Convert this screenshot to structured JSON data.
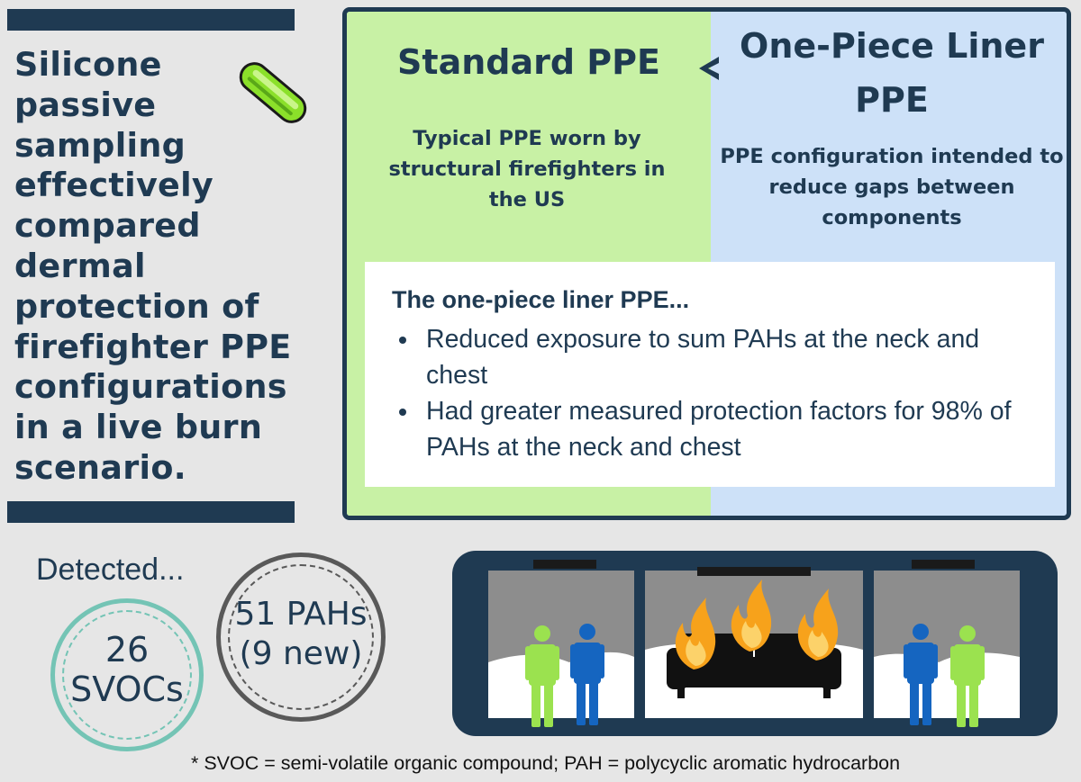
{
  "headline": "Silicone passive sampling effectively compared dermal protection of firefighter PPE configurations in a live burn scenario.",
  "icons": {
    "sampler": "silicone-wristband-sampler-icon",
    "compare_arrow": "chevron-left-icon",
    "scene": "firefighter-live-burn-scene-illustration"
  },
  "comparison": {
    "standard": {
      "title": "Standard PPE",
      "description": "Typical PPE worn by structural firefighters in the US",
      "color": "#c8f1a5"
    },
    "liner": {
      "title": "One-Piece Liner PPE",
      "description": "PPE configuration intended to reduce gaps between components",
      "color": "#cde1f8"
    }
  },
  "findings": {
    "heading": "The one-piece liner PPE...",
    "items": [
      "Reduced exposure to sum PAHs at the neck and chest",
      "Had greater measured protection factors for 98% of PAHs at the neck and chest"
    ]
  },
  "detected": {
    "label": "Detected...",
    "svocs": {
      "line1": "26",
      "line2": "SVOCs",
      "color": "#74c4b5"
    },
    "pahs": {
      "line1": "51 PAHs",
      "line2": "(9 new)",
      "color": "#595959"
    }
  },
  "footnote": "* SVOC = semi-volatile organic compound; PAH = polycyclic aromatic hydrocarbon",
  "colors": {
    "navy": "#1f3a52",
    "green": "#9be24f",
    "blue": "#1565c0",
    "flame": "#f7a21b",
    "background": "#e6e6e6"
  }
}
